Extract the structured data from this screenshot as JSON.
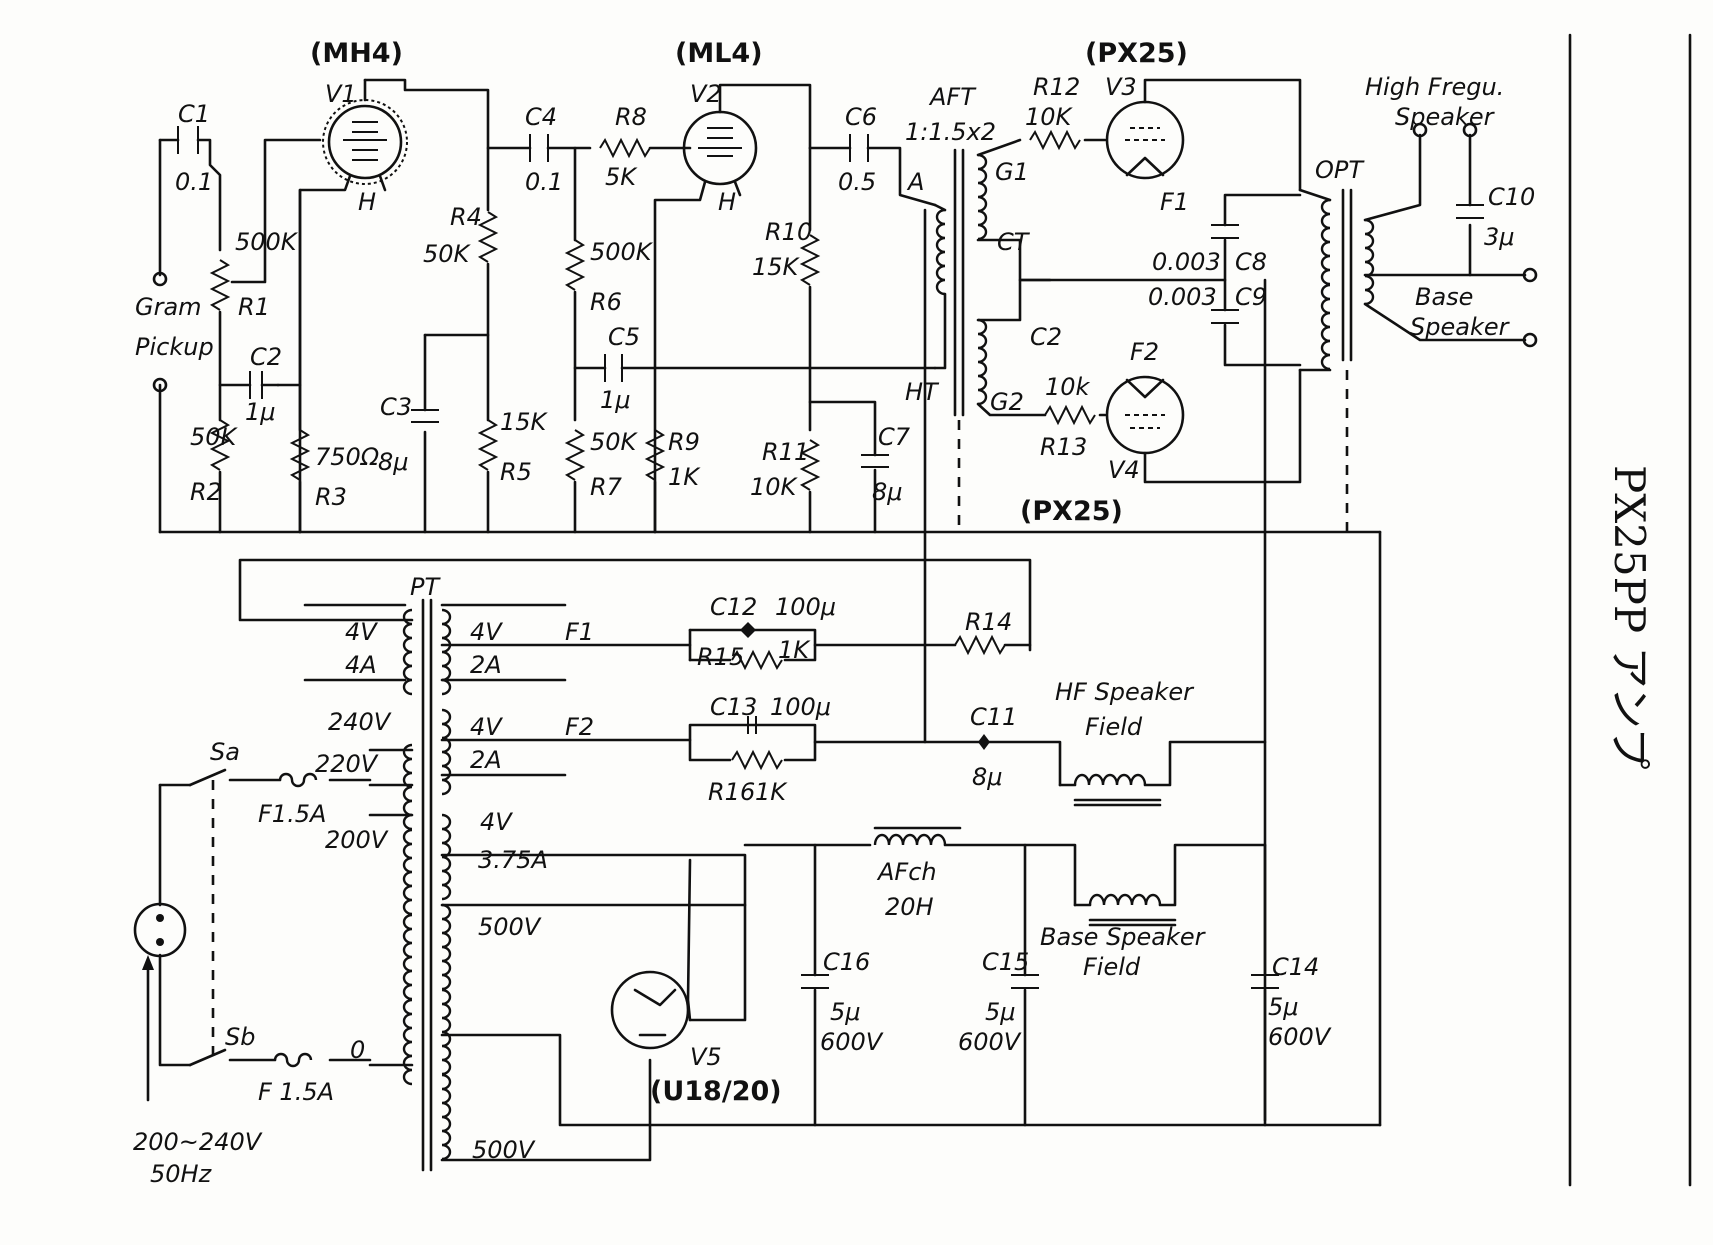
{
  "title": "PX25PP アンプ",
  "tubes": {
    "v1": {
      "id": "V1",
      "type": "(MH4)",
      "heater": "H"
    },
    "v2": {
      "id": "V2",
      "type": "(ML4)",
      "heater": "H"
    },
    "v3": {
      "id": "V3",
      "type": "(PX25)",
      "filament": "F1"
    },
    "v4": {
      "id": "V4",
      "type": "(PX25)",
      "filament": "F2"
    },
    "v5": {
      "id": "V5",
      "type": "(U18/20)"
    }
  },
  "input": {
    "label1": "Gram",
    "label2": "Pickup"
  },
  "components": {
    "c1": {
      "name": "C1",
      "value": "0.1"
    },
    "c2": {
      "name": "C2",
      "value": "1μ"
    },
    "c3": {
      "name": "C3",
      "value": "8μ"
    },
    "c4": {
      "name": "C4",
      "value": "0.1"
    },
    "c5": {
      "name": "C5",
      "value": "1μ"
    },
    "c6": {
      "name": "C6",
      "value": "0.5"
    },
    "c7": {
      "name": "C7",
      "value": "8μ"
    },
    "c8": {
      "name": "C8",
      "value": "0.003"
    },
    "c9": {
      "name": "C9",
      "value": "0.003"
    },
    "c10": {
      "name": "C10",
      "value": "3μ"
    },
    "c11": {
      "name": "C11",
      "value": "8μ"
    },
    "c12": {
      "name": "C12",
      "value": "100μ"
    },
    "c13": {
      "name": "C13",
      "value": "100μ"
    },
    "c14": {
      "name": "C14",
      "value": "5μ",
      "voltage": "600V"
    },
    "c15": {
      "name": "C15",
      "value": "5μ",
      "voltage": "600V"
    },
    "c16": {
      "name": "C16",
      "value": "5μ",
      "voltage": "600V"
    },
    "r1": {
      "name": "R1",
      "value": "500K"
    },
    "r2": {
      "name": "R2",
      "value": "50K"
    },
    "r3": {
      "name": "R3",
      "value": "750Ω"
    },
    "r4": {
      "name": "R4",
      "value": "50K"
    },
    "r5": {
      "name": "R5",
      "value": "15K"
    },
    "r6": {
      "name": "R6",
      "value": "500K"
    },
    "r7": {
      "name": "R7",
      "value": "50K"
    },
    "r8": {
      "name": "R8",
      "value": "5K"
    },
    "r9": {
      "name": "R9",
      "value": "1K"
    },
    "r10": {
      "name": "R10",
      "value": "15K"
    },
    "r11": {
      "name": "R11",
      "value": "10K"
    },
    "r12": {
      "name": "R12",
      "value": "10K"
    },
    "r13": {
      "name": "R13",
      "value": "10k"
    },
    "r14": {
      "name": "R14"
    },
    "r15": {
      "name": "R15",
      "value": "1K"
    },
    "r16": {
      "name": "R16",
      "value": "1K"
    }
  },
  "aft": {
    "name": "AFT",
    "ratio": "1:1.5x2",
    "a": "A",
    "ht": "HT",
    "g1": "G1",
    "g2": "G2",
    "ct": "CT",
    "c2": "C2"
  },
  "opt": {
    "name": "OPT"
  },
  "speakers": {
    "high": "High Fregu.",
    "high2": "Speaker",
    "base": "Base",
    "base2": "Speaker"
  },
  "pt": {
    "name": "PT",
    "w1v": "4V",
    "w1a": "4A",
    "w2v": "4V",
    "w2a": "2A",
    "w2f": "F1",
    "w3v": "4V",
    "w3a": "2A",
    "w3f": "F2",
    "w4v": "4V",
    "w4a": "3.75A",
    "hv1": "500V",
    "hv2": "500V",
    "t240": "240V",
    "t220": "220V",
    "t200": "200V",
    "t0": "0"
  },
  "mains": {
    "sa": "Sa",
    "sb": "Sb",
    "fuse1": "F1.5A",
    "fuse2": "F 1.5A",
    "volt": "200~240V",
    "hz": "50Hz"
  },
  "chokes": {
    "afch": "AFch",
    "afch_val": "20H",
    "hf1": "HF Speaker",
    "hf2": "Field",
    "bs1": "Base Speaker",
    "bs2": "Field"
  }
}
